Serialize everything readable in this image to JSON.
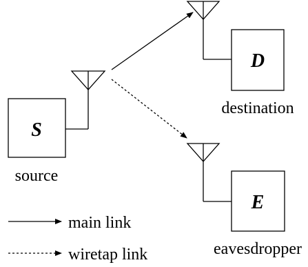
{
  "nodes": {
    "source": {
      "letter": "S",
      "caption": "source"
    },
    "destination": {
      "letter": "D",
      "caption": "destination"
    },
    "eavesdropper": {
      "letter": "E",
      "caption": "eavesdropper"
    }
  },
  "legend": {
    "main": "main link",
    "wiretap": "wiretap link"
  }
}
